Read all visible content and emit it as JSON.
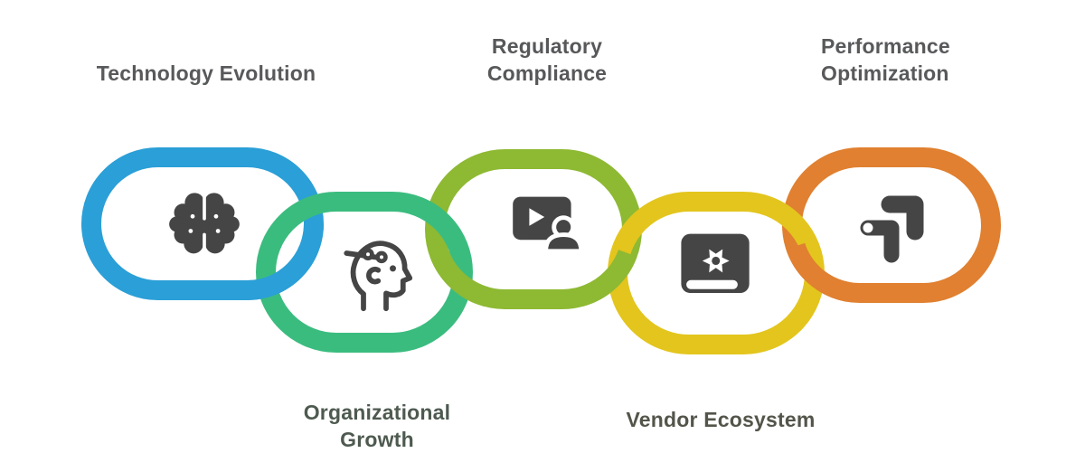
{
  "diagram": {
    "background": "#FFFFFF",
    "icon_color": "#454545",
    "icon_detail_color": "#FFFFFF",
    "links": [
      {
        "label": "Technology Evolution",
        "color": "#2B9FD7",
        "icon": "brain-icon",
        "label_color": "#58595B",
        "position": "top"
      },
      {
        "label": "Organizational Growth",
        "color": "#3BBC7F",
        "icon": "head-gears-icon",
        "label_color": "#4E5A50",
        "position": "bottom"
      },
      {
        "label": "Regulatory Compliance",
        "color": "#8EB933",
        "icon": "presentation-person-icon",
        "label_color": "#57585A",
        "position": "top"
      },
      {
        "label": "Vendor Ecosystem",
        "color": "#E3C51D",
        "icon": "book-gear-icon",
        "label_color": "#54554A",
        "position": "bottom"
      },
      {
        "label": "Performance Optimization",
        "color": "#E08030",
        "icon": "growth-arrows-icon",
        "label_color": "#58595B",
        "position": "top"
      }
    ]
  }
}
